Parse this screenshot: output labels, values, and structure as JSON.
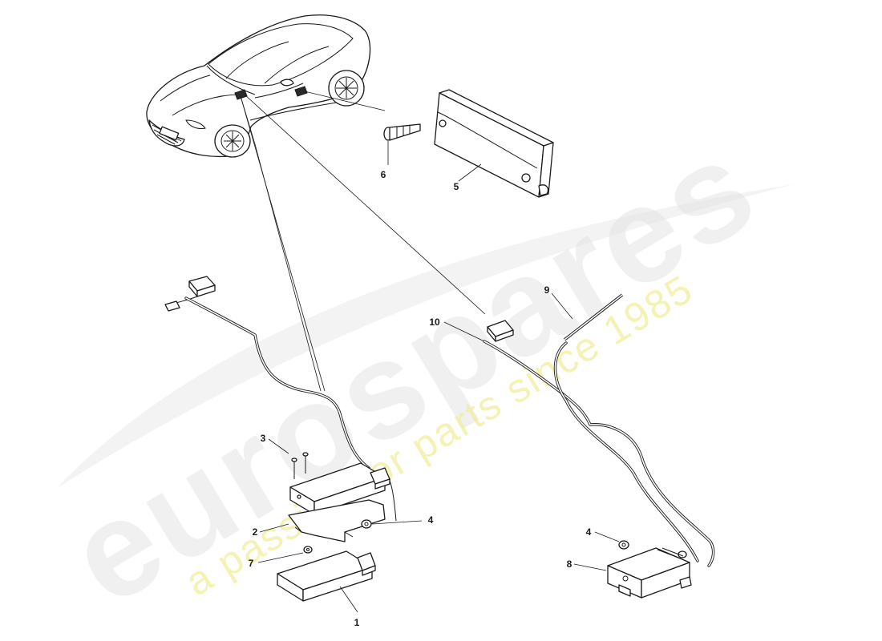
{
  "watermark": {
    "brand": "eurospares",
    "tagline": "a passion for parts since 1985"
  },
  "callouts": [
    "1",
    "2",
    "3",
    "4",
    "4",
    "5",
    "6",
    "7",
    "8",
    "9",
    "10"
  ]
}
